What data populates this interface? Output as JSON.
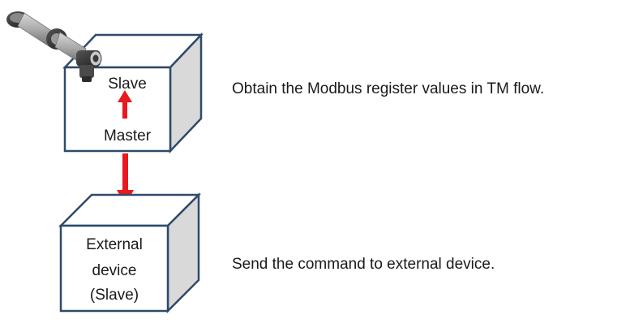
{
  "robot_box": {
    "top_label": "Slave",
    "bottom_label": "Master"
  },
  "external_box": {
    "line1": "External",
    "line2": "device",
    "line3": "(Slave)"
  },
  "descriptions": {
    "top": "Obtain the Modbus register values in TM flow.",
    "bottom": "Send the command to external device."
  },
  "colors": {
    "box_border": "#2f4a6b",
    "box_side": "#d9d9d9",
    "box_front": "#ffffff",
    "arrow": "#e8191f",
    "text": "#1a1a1a"
  }
}
